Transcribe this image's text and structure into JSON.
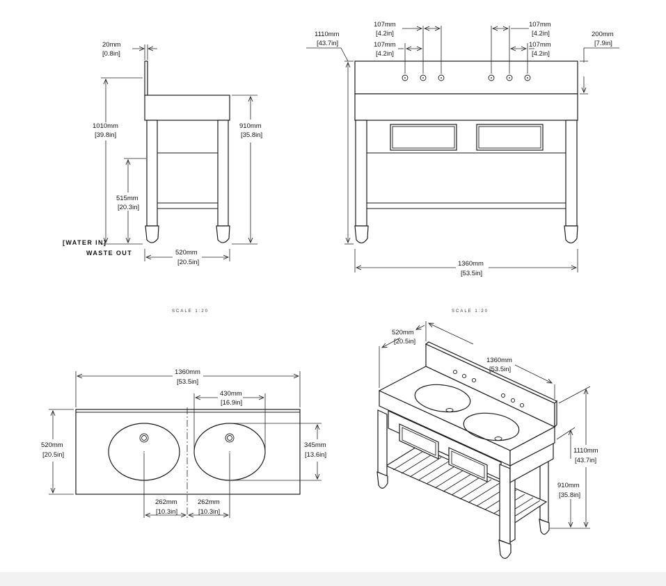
{
  "side_view": {
    "dims": {
      "backsplash_thk": "20mm",
      "backsplash_thk_in": "0.8in",
      "total_h": "1010mm",
      "total_h_in": "39.8in",
      "shelf_h": "515mm",
      "shelf_h_in": "20.3in",
      "counter_h": "910mm",
      "counter_h_in": "35.8in",
      "depth": "520mm",
      "depth_in": "20.5in"
    },
    "labels": {
      "water_in": "WATER IN",
      "waste_out": "WASTE OUT"
    }
  },
  "front_view": {
    "dims": {
      "total_h": "1110mm",
      "total_h_in": "43.7in",
      "tap_spacing_a": "107mm",
      "tap_spacing_a_in": "4.2in",
      "tap_spacing_b": "107mm",
      "tap_spacing_b_in": "4.2in",
      "tap_spacing_c": "107mm",
      "tap_spacing_c_in": "4.2in",
      "tap_spacing_d": "107mm",
      "tap_spacing_d_in": "4.2in",
      "backsplash_h": "200mm",
      "backsplash_h_in": "7.9in",
      "width": "1360mm",
      "width_in": "53.5in"
    }
  },
  "scale_left": "SCALE 1:20",
  "scale_right": "SCALE 1:20",
  "plan_view": {
    "dims": {
      "width": "1360mm",
      "width_in": "53.5in",
      "basin_w": "430mm",
      "basin_w_in": "16.9in",
      "depth": "520mm",
      "depth_in": "20.5in",
      "basin_d": "345mm",
      "basin_d_in": "13.6in",
      "offset_left": "262mm",
      "offset_left_in": "10.3in",
      "offset_right": "262mm",
      "offset_right_in": "10.3in"
    }
  },
  "iso_view": {
    "dims": {
      "depth": "520mm",
      "depth_in": "20.5in",
      "width": "1360mm",
      "width_in": "53.5in",
      "total_h": "1110mm",
      "total_h_in": "43.7in",
      "counter_h": "910mm",
      "counter_h_in": "35.8in"
    }
  }
}
